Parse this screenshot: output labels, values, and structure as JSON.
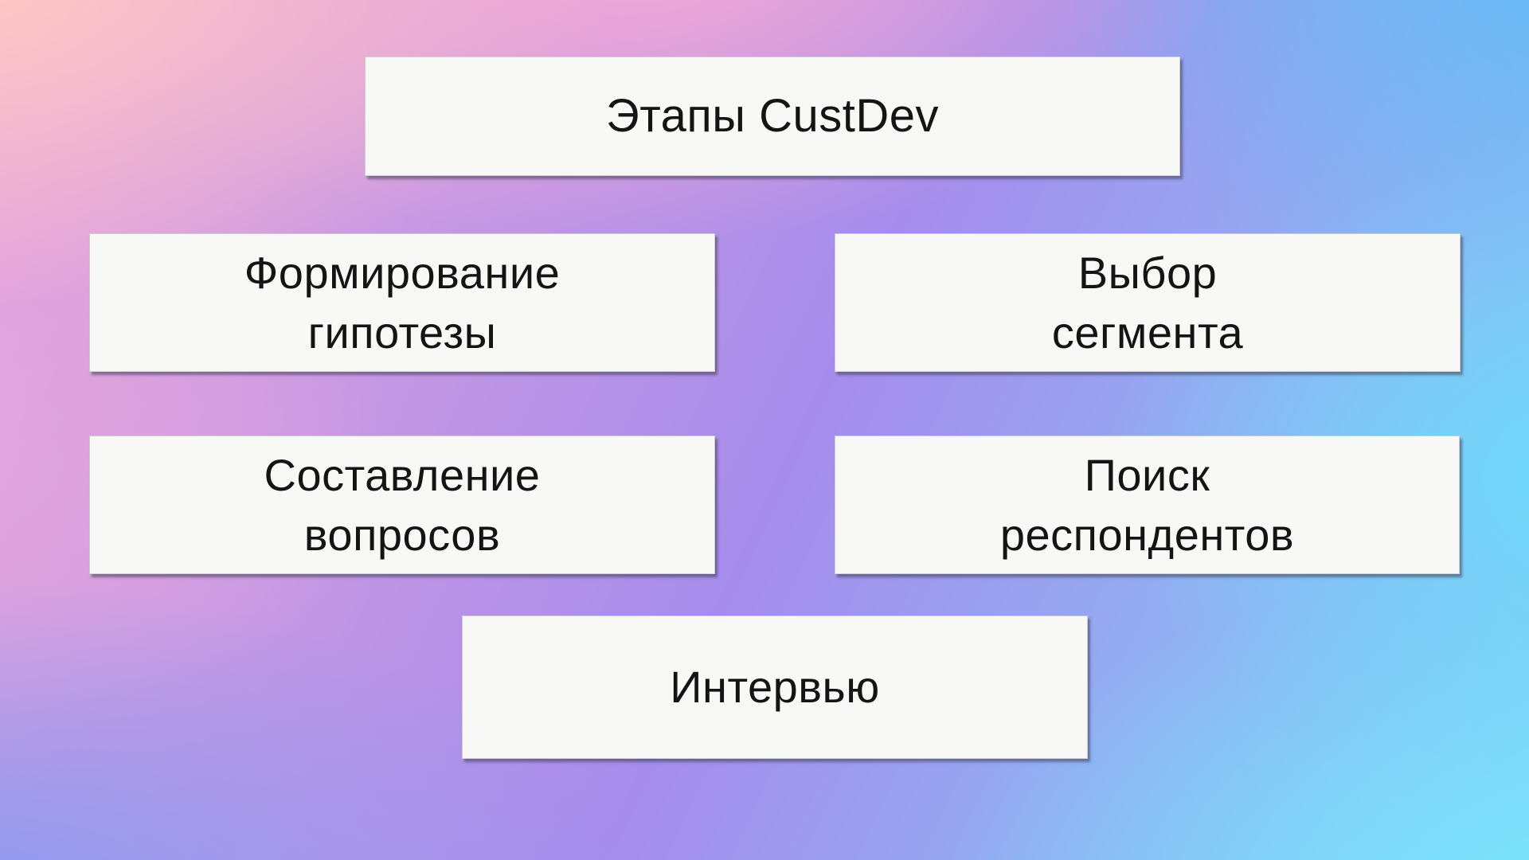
{
  "slide": {
    "title": "Этапы CustDev",
    "stages": [
      {
        "id": "hypothesis",
        "label": "Формирование гипотезы",
        "lines": [
          "Формирование",
          "гипотезы"
        ]
      },
      {
        "id": "segment",
        "label": "Выбор сегмента",
        "lines": [
          "Выбор",
          "сегмента"
        ]
      },
      {
        "id": "questions",
        "label": "Составление вопросов",
        "lines": [
          "Составление",
          "вопросов"
        ]
      },
      {
        "id": "respondents",
        "label": "Поиск респондентов",
        "lines": [
          "Поиск",
          "респондентов"
        ]
      },
      {
        "id": "interview",
        "label": "Интервью",
        "lines": [
          "Интервью"
        ]
      }
    ]
  },
  "colors": {
    "box_bg": "#f8f8f7",
    "box_border": "#cfcfd4",
    "box_shadow": "rgba(62,62,84,0.55)",
    "text": "#141414",
    "bg_top_left": "#ffc9c4",
    "bg_top_center": "#f5a9d4",
    "bg_top_right": "#66bbf6",
    "bg_mid_left": "#e0a5de",
    "bg_center": "#a58cec",
    "bg_mid_right": "#6fd9fa",
    "bg_bottom_left": "#8b9af0",
    "bg_bottom_right": "#7ae3fb"
  }
}
